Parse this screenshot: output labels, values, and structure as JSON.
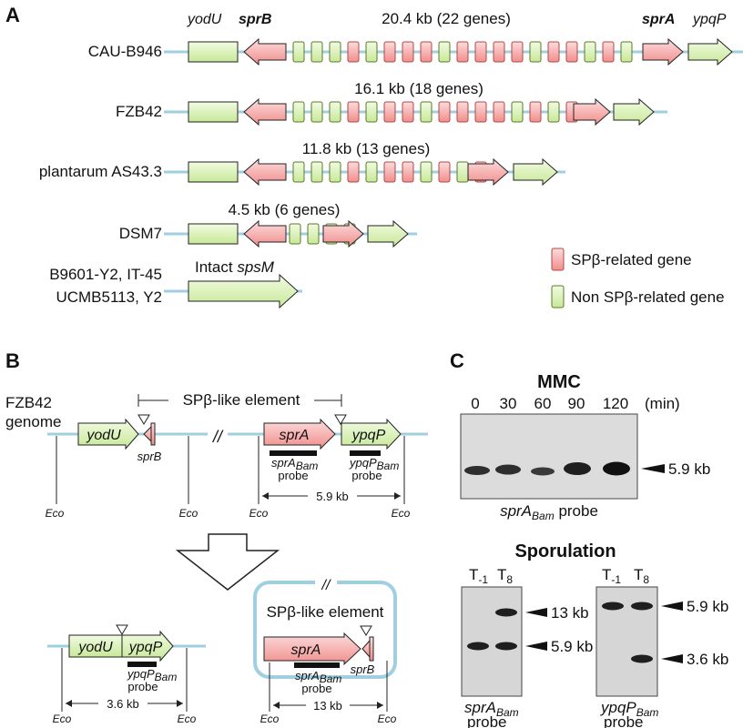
{
  "panels": {
    "a": "A",
    "b": "B",
    "c": "C"
  },
  "panel_a": {
    "strains": [
      {
        "name": "CAU-B946",
        "size": "20.4 kb (22 genes)"
      },
      {
        "name": "FZB42",
        "size": "16.1 kb (18 genes)"
      },
      {
        "name": "plantarum AS43.3",
        "size": "11.8 kb (13 genes)"
      },
      {
        "name": "DSM7",
        "size": "4.5 kb (6 genes)"
      }
    ],
    "last_strain_line1": "B9601-Y2, IT-45",
    "last_strain_line2": "UCMB5113, Y2",
    "intact_prefix": "Intact ",
    "intact_gene": "spsM",
    "genes": {
      "yodU": "yodU",
      "sprB": "sprB",
      "sprA": "sprA",
      "ypqP": "ypqP"
    },
    "legend": {
      "spb": "SPβ-related gene",
      "non": "Non SPβ-related gene",
      "color_spb": "#f4a6a4",
      "color_non": "#d9f2b0"
    }
  },
  "panel_b": {
    "genome_line1": "FZB42",
    "genome_line2": "genome",
    "element": "SPβ-like element",
    "yodU": "yodU",
    "sprB": "sprB",
    "sprA": "sprA",
    "ypqP": "ypqP",
    "sprA_probe_main": "sprA",
    "sprA_probe_sub": "Bam",
    "ypqP_probe_main": "ypqP",
    "ypqP_probe_sub": "Bam",
    "probe_word": "probe",
    "eco": "Eco",
    "dist_59": "5.9 kb",
    "dist_36": "3.6 kb",
    "dist_13": "13 kb",
    "break": "//"
  },
  "panel_c": {
    "mmc_title": "MMC",
    "timepoints": [
      "0",
      "30",
      "60",
      "90",
      "120"
    ],
    "unit": "(min)",
    "band_59": "5.9 kb",
    "probe_main": "sprA",
    "probe_sub": "Bam",
    "probe_word": " probe",
    "spor_title": "Sporulation",
    "t_main": "T",
    "t_minus1": "-1",
    "t_8": "8",
    "band_13": "13 kb",
    "band_59b": "5.9 kb",
    "band_59c": "5.9 kb",
    "band_36": "3.6 kb",
    "probe2_main": "sprA",
    "probe2_sub": "Bam",
    "probe3_main": "ypqP",
    "probe3_sub": "Bam",
    "probe_word2": "probe"
  }
}
